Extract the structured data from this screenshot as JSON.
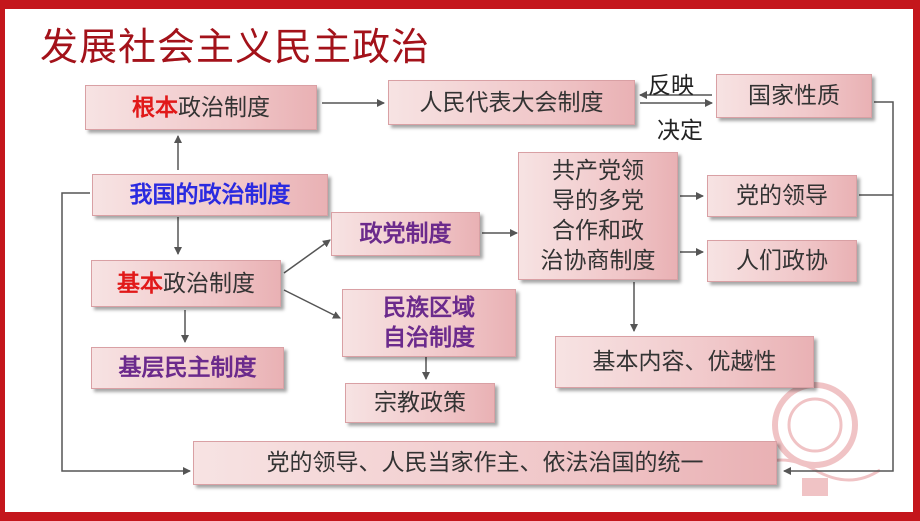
{
  "title": "发展社会主义民主政治",
  "nodes": {
    "fundamental": {
      "emph": "根本",
      "rest": "政治制度"
    },
    "npc": "人民代表大会制度",
    "state_nature": "国家性质",
    "our_system": "我国的政治制度",
    "basic": {
      "emph": "基本",
      "rest": "政治制度"
    },
    "party_system": "政党制度",
    "cpc_cooperation": [
      "共产党领",
      "导的多党",
      "合作和政",
      "治协商制度"
    ],
    "party_leadership": "党的领导",
    "cppcc": "人们政协",
    "ethnic_autonomy": [
      "民族区域",
      "自治制度"
    ],
    "religion_policy": "宗教政策",
    "grassroots": "基层民主制度",
    "content_advantage": "基本内容、优越性",
    "unity": "党的领导、人民当家作主、依法治国的统一"
  },
  "labels": {
    "reflect": "反映",
    "decide": "决定"
  },
  "colors": {
    "frame": "#c4161c",
    "title": "#a3121a",
    "emphasis": "#e11919",
    "system": "#2a2ae0",
    "subsystem": "#6b2a8c"
  }
}
